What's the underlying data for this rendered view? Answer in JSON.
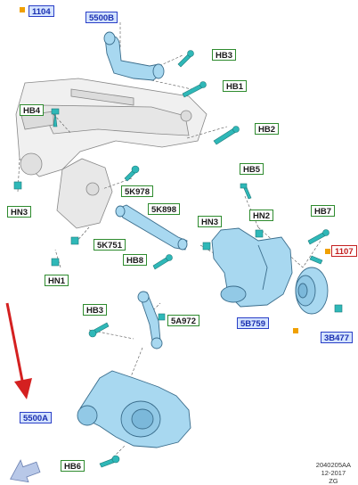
{
  "labels": {
    "l1104": "1104",
    "l5500B": "5500B",
    "hb3_top": "HB3",
    "hb1": "HB1",
    "hb4": "HB4",
    "hb2": "HB2",
    "hb5": "HB5",
    "k978": "5K978",
    "hn3_left": "HN3",
    "k898": "5K898",
    "hn2": "HN2",
    "hb7": "HB7",
    "hn3_right": "HN3",
    "k751": "5K751",
    "l1107": "1107",
    "hb8": "HB8",
    "hn1": "HN1",
    "hb3_bottom": "HB3",
    "a972": "5A972",
    "b759": "5B759",
    "b477": "3B477",
    "l5500A": "5500A",
    "hb6": "HB6"
  },
  "doc": {
    "line1": "2040205AA",
    "line2": "12-2017",
    "line3": "ZG"
  },
  "colors": {
    "part_fill": "#a8d8f0",
    "part_stroke": "#3a6d8c",
    "bolt_fill": "#2fb8b8",
    "frame_fill": "#f0f0f0",
    "frame_stroke": "#888888",
    "arrow_red": "#d42020",
    "label_green": "#2e8b2e",
    "label_blue": "#2a3fc7",
    "label_red": "#c41e1e",
    "marker_orange": "#f0a000"
  },
  "icons": {
    "red_arrow": "arrow-down-left-icon",
    "nav_arrow": "arrow-left-icon"
  }
}
